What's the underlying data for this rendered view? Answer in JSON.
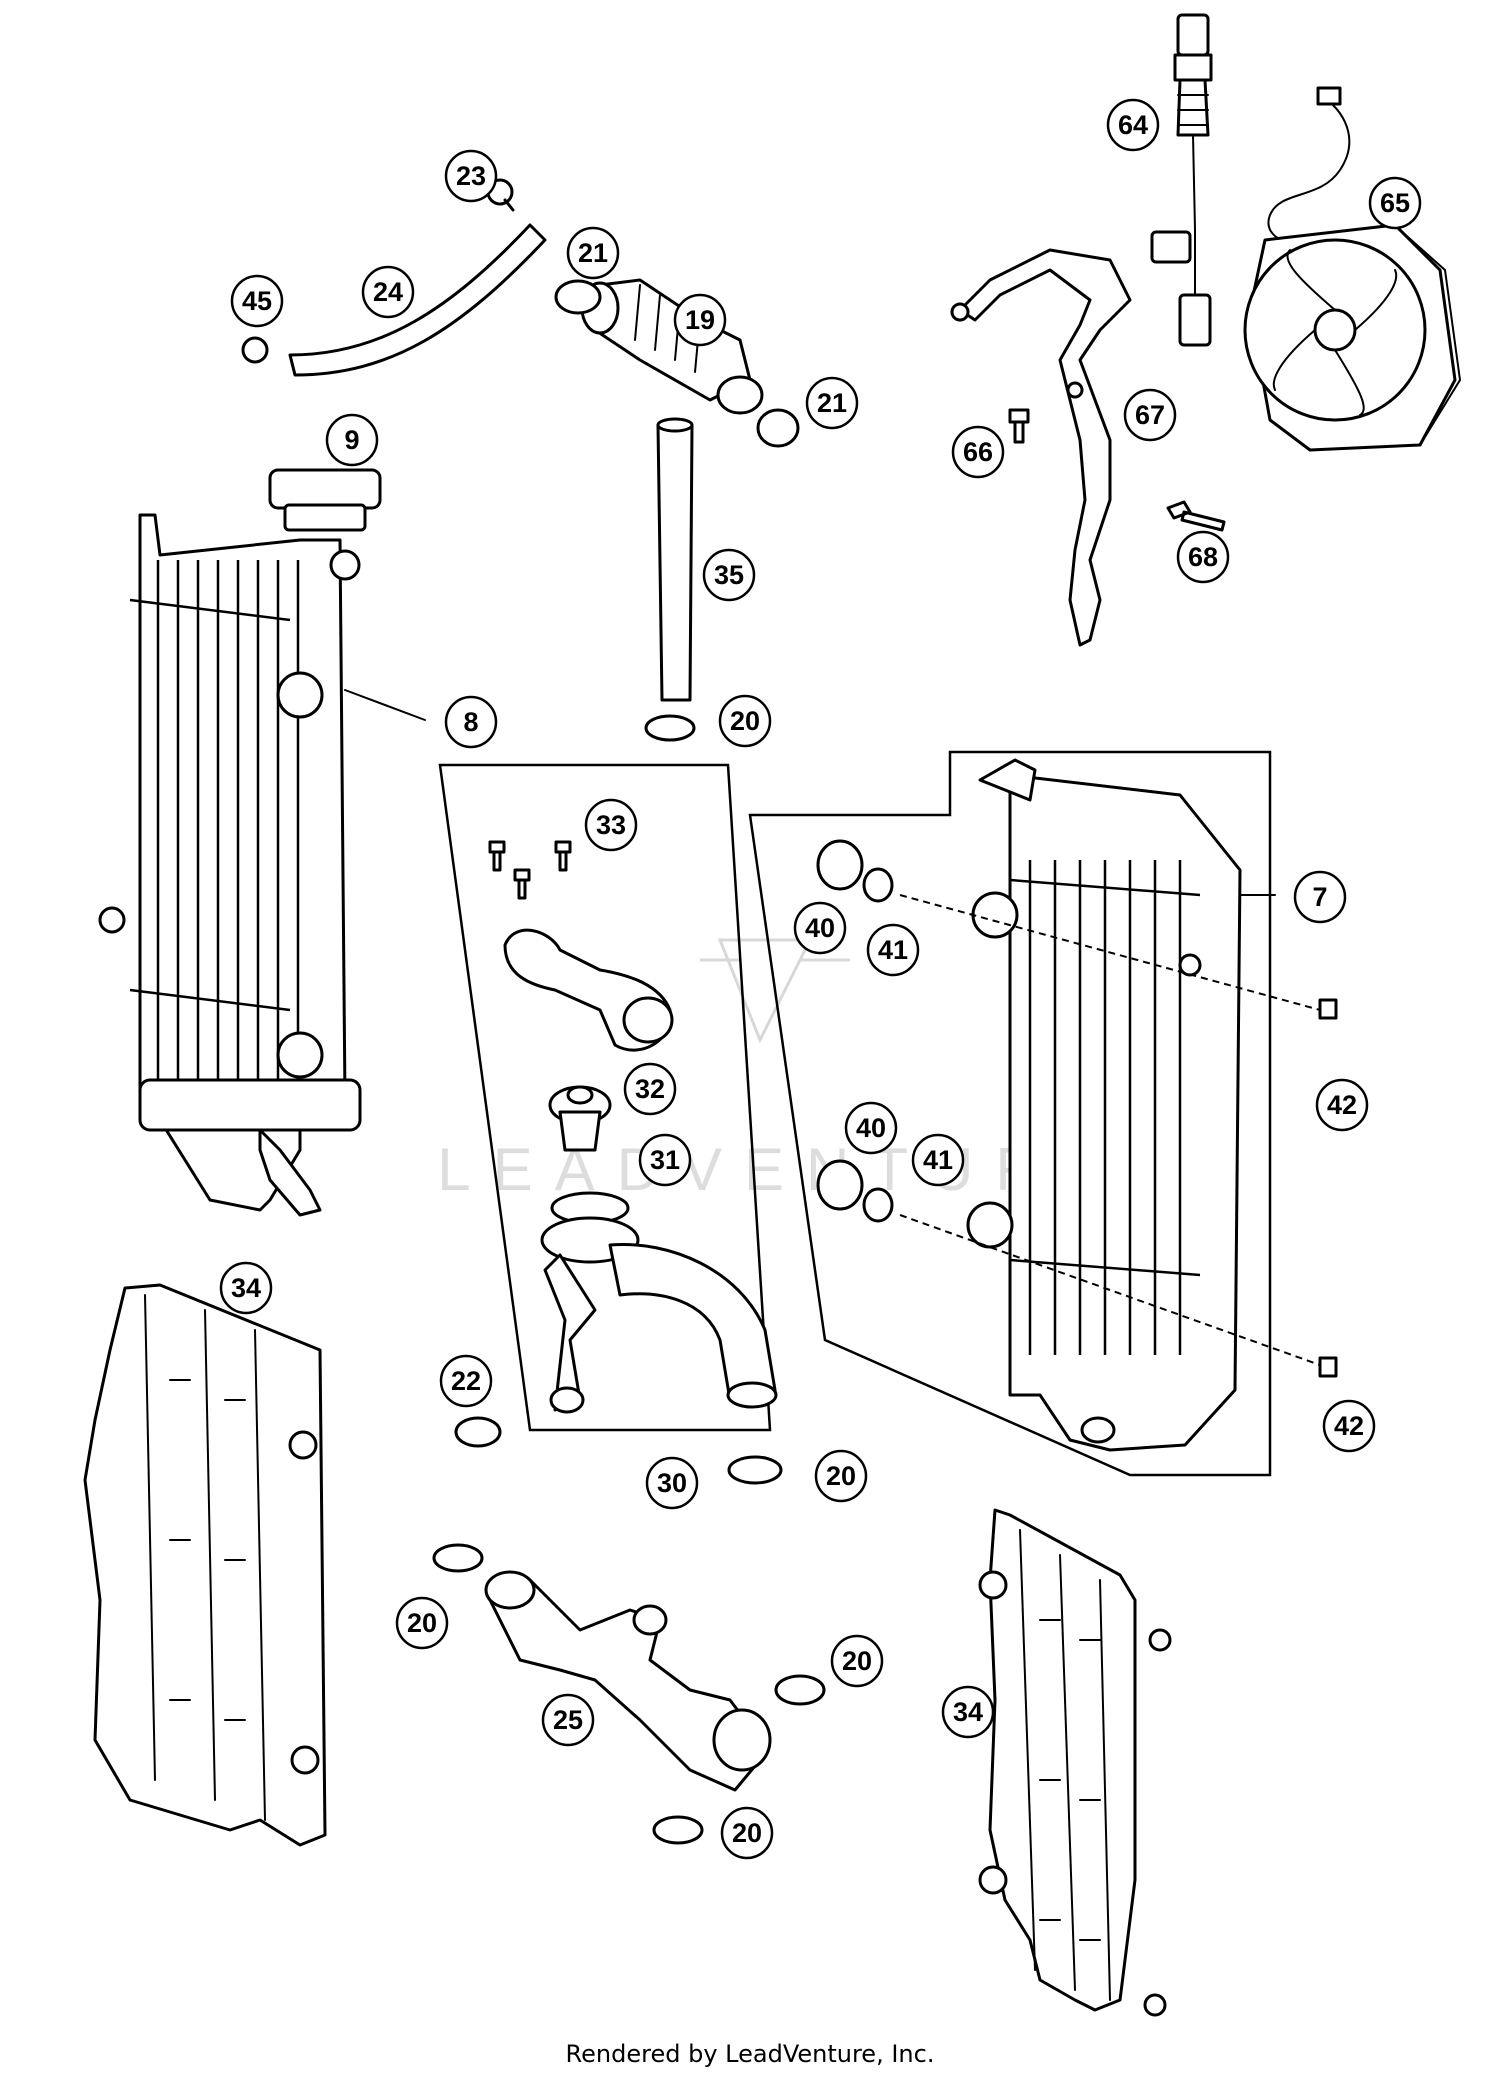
{
  "callouts": [
    {
      "label": "64"
    },
    {
      "label": "65"
    },
    {
      "label": "23"
    },
    {
      "label": "21"
    },
    {
      "label": "19"
    },
    {
      "label": "24"
    },
    {
      "label": "45"
    },
    {
      "label": "21"
    },
    {
      "label": "67"
    },
    {
      "label": "66"
    },
    {
      "label": "9"
    },
    {
      "label": "68"
    },
    {
      "label": "35"
    },
    {
      "label": "8"
    },
    {
      "label": "20"
    },
    {
      "label": "33"
    },
    {
      "label": "7"
    },
    {
      "label": "40"
    },
    {
      "label": "41"
    },
    {
      "label": "32"
    },
    {
      "label": "42"
    },
    {
      "label": "40"
    },
    {
      "label": "31"
    },
    {
      "label": "41"
    },
    {
      "label": "34"
    },
    {
      "label": "22"
    },
    {
      "label": "42"
    },
    {
      "label": "30"
    },
    {
      "label": "20"
    },
    {
      "label": "20"
    },
    {
      "label": "20"
    },
    {
      "label": "25"
    },
    {
      "label": "34"
    },
    {
      "label": "20"
    }
  ],
  "watermark": "LEADVENTURE",
  "footer": "Rendered by LeadVenture, Inc."
}
